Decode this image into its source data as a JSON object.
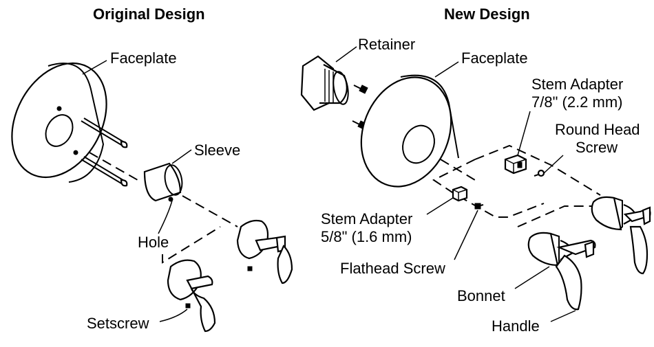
{
  "original": {
    "title": "Original Design",
    "labels": {
      "faceplate": "Faceplate",
      "sleeve": "Sleeve",
      "hole": "Hole",
      "setscrew": "Setscrew"
    }
  },
  "new": {
    "title": "New Design",
    "labels": {
      "retainer": "Retainer",
      "faceplate": "Faceplate",
      "stem_adapter_large_line1": "Stem Adapter",
      "stem_adapter_large_line2": "7/8\" (2.2 mm)",
      "round_head_screw_line1": "Round Head",
      "round_head_screw_line2": "Screw",
      "stem_adapter_small_line1": "Stem Adapter",
      "stem_adapter_small_line2": "5/8\" (1.6 mm)",
      "flathead_screw": "Flathead Screw",
      "bonnet": "Bonnet",
      "handle": "Handle"
    }
  }
}
